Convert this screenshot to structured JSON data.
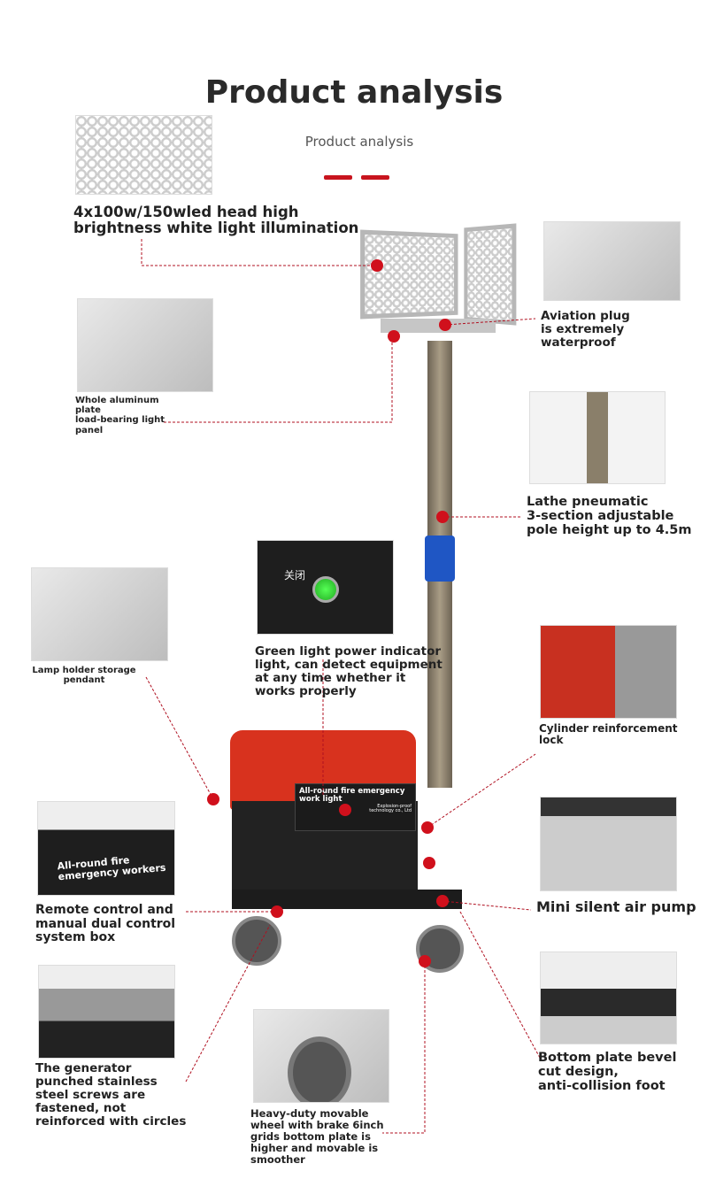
{
  "header": {
    "title": "Product analysis",
    "subtitle": "Product analysis"
  },
  "callouts": {
    "led_head": [
      "4x100w/150wled head high",
      "brightness white light illumination"
    ],
    "aviation_plug": [
      "Aviation plug",
      "is extremely",
      "waterproof"
    ],
    "aluminum_plate": [
      "Whole aluminum",
      "plate",
      "load-bearing light",
      "panel"
    ],
    "pole": [
      "Lathe pneumatic",
      "3-section adjustable",
      "pole height up to 4.5m"
    ],
    "lamp_holder": [
      "Lamp holder storage",
      "pendant"
    ],
    "indicator": [
      "Green light power indicator",
      "light, can detect equipment",
      "at any time whether it",
      "works properly"
    ],
    "cylinder": [
      "Cylinder reinforcement",
      "lock"
    ],
    "control_box": [
      "Remote control and",
      "manual dual control",
      "system box"
    ],
    "air_pump": [
      "Mini silent air pump"
    ],
    "screws": [
      "The generator",
      "punched stainless",
      "steel screws are",
      "fastened, not",
      "reinforced with circles"
    ],
    "wheel": [
      "Heavy-duty movable",
      "wheel with brake 6inch",
      "grids bottom plate is",
      "higher and movable is",
      "smoother"
    ],
    "bottom_plate": [
      "Bottom plate bevel",
      "cut design,",
      "anti-collision foot"
    ]
  },
  "product": {
    "panel_title": [
      "All-round fire emergency",
      "work light"
    ],
    "panel_company": [
      "Explosion-proof",
      "technology co., Ltd"
    ],
    "box_label": [
      "All-round fire",
      "emergency workers"
    ],
    "switch_text": "关闭"
  },
  "colors": {
    "accent": "#d0101c",
    "generator": "#d8321e"
  }
}
